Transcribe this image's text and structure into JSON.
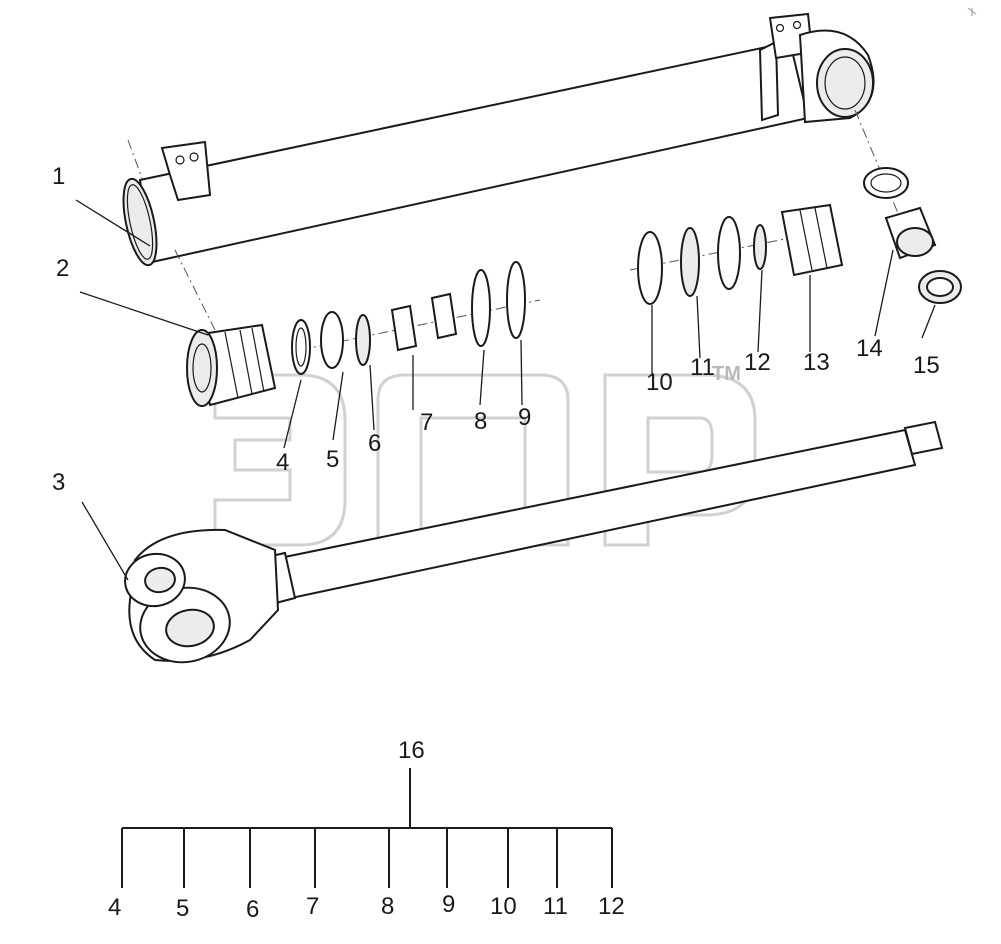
{
  "diagram": {
    "background": "#ffffff",
    "line_color": "#1a1a1a",
    "watermark_color": "#c9c9c9",
    "callouts": [
      "1",
      "2",
      "3",
      "4",
      "5",
      "6",
      "7",
      "8",
      "9",
      "10",
      "11",
      "12",
      "13",
      "14",
      "15"
    ],
    "watermark_tm": "TM",
    "kit": {
      "label": "16",
      "members": [
        "4",
        "5",
        "6",
        "7",
        "8",
        "9",
        "10",
        "11",
        "12"
      ]
    }
  }
}
